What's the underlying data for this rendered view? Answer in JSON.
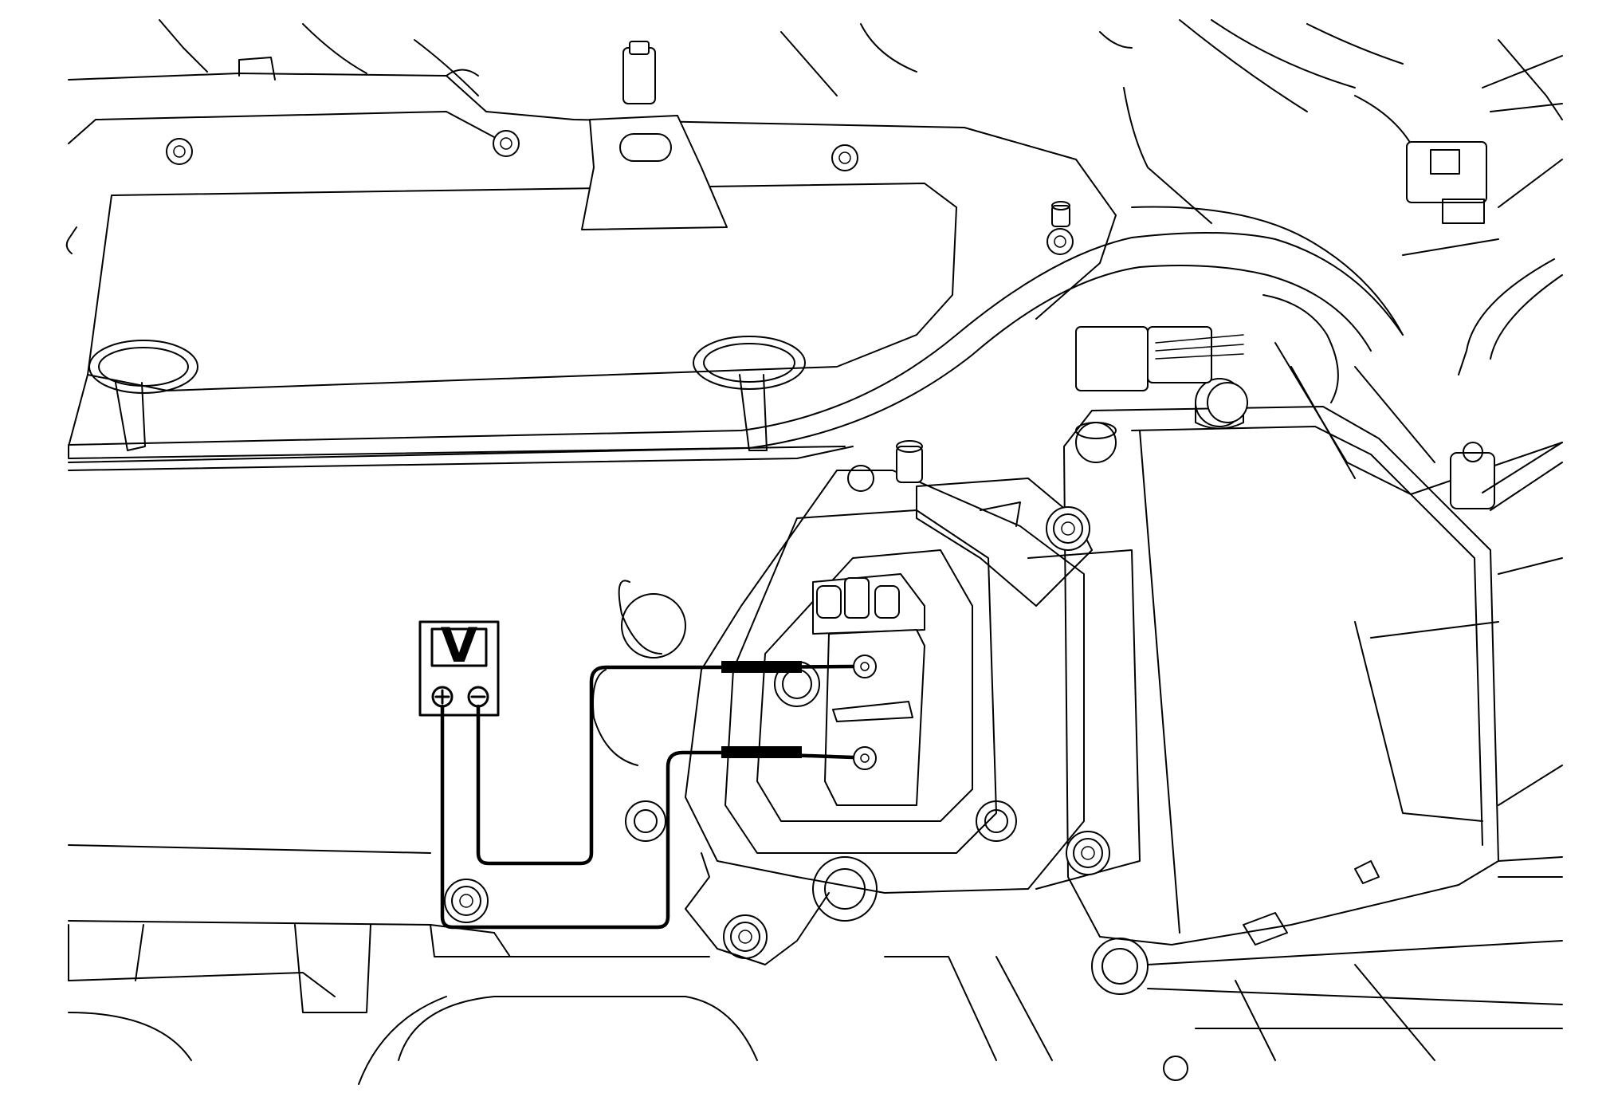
{
  "voltmeter": {
    "label": "V",
    "positive_terminal_icon": "plus-circle-icon",
    "negative_terminal_icon": "minus-circle-icon"
  },
  "connector": {
    "terminal_count": 2,
    "probe_count": 2
  },
  "colors": {
    "line": "#000000",
    "background": "#ffffff"
  }
}
